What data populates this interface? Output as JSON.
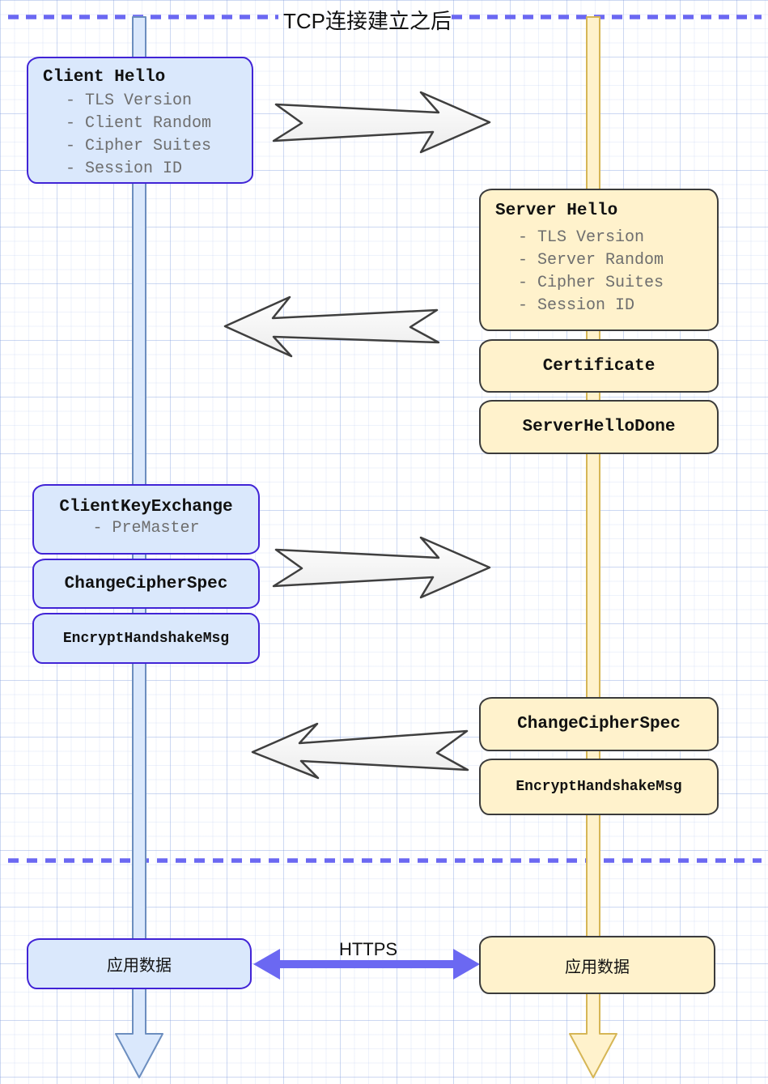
{
  "header": {
    "title": "TCP连接建立之后"
  },
  "client": {
    "hello": {
      "title": "Client Hello",
      "items": [
        "- TLS Version",
        "- Client Random",
        "- Cipher Suites",
        "- Session ID"
      ]
    },
    "key_exchange": {
      "title": "ClientKeyExchange",
      "item": "- PreMaster"
    },
    "change_cipher_spec": "ChangeCipherSpec",
    "encrypt_handshake_msg": "EncryptHandshakeMsg",
    "app_data": "应用数据"
  },
  "server": {
    "hello": {
      "title": "Server Hello",
      "items": [
        "- TLS Version",
        "- Server Random",
        "- Cipher Suites",
        "- Session ID"
      ]
    },
    "certificate": "Certificate",
    "hello_done": "ServerHelloDone",
    "change_cipher_spec": "ChangeCipherSpec",
    "encrypt_handshake_msg": "EncryptHandshakeMsg",
    "app_data": "应用数据"
  },
  "exchange": {
    "https_label": "HTTPS"
  },
  "colors": {
    "client_fill": "#dae8fc",
    "client_border": "#4124d6",
    "client_lane_stroke": "#6c8ebf",
    "server_fill": "#fff2cc",
    "server_border": "#3b3b3b",
    "server_lane_stroke": "#d6b656",
    "dashed_line": "#6b68f2",
    "https_arrow": "#6b68f2",
    "flow_arrow_stroke": "#3f3f3f"
  }
}
